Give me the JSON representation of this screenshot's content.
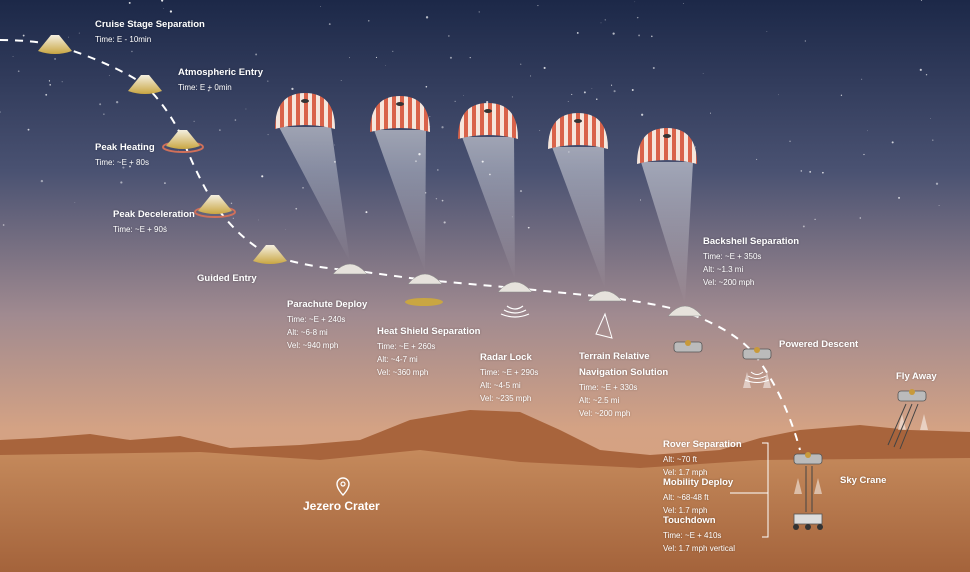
{
  "stages": [
    {
      "title": "Cruise Stage Separation",
      "lines": [
        "Time: E - 10min"
      ]
    },
    {
      "title": "Atmospheric Entry",
      "lines": [
        "Time: E + 0min"
      ]
    },
    {
      "title": "Peak Heating",
      "lines": [
        "Time: ~E + 80s"
      ]
    },
    {
      "title": "Peak Deceleration",
      "lines": [
        "Time: ~E + 90s"
      ]
    },
    {
      "title": "Guided Entry",
      "lines": []
    },
    {
      "title": "Parachute Deploy",
      "lines": [
        "Time: ~E + 240s",
        "Alt: ~6-8 mi",
        "Vel: ~940 mph"
      ]
    },
    {
      "title": "Heat Shield Separation",
      "lines": [
        "Time: ~E + 260s",
        "Alt: ~4-7 mi",
        "Vel: ~360 mph"
      ]
    },
    {
      "title": "Radar Lock",
      "lines": [
        "Time: ~E + 290s",
        "Alt: ~4-5 mi",
        "Vel: ~235 mph"
      ]
    },
    {
      "title": "Terrain Relative Navigation Solution",
      "lines": [
        "Time: ~E + 330s",
        "Alt: ~2.5 mi",
        "Vel: ~200 mph"
      ]
    },
    {
      "title": "Backshell Separation",
      "lines": [
        "Time: ~E + 350s",
        "Alt: ~1.3 mi",
        "Vel: ~200 mph"
      ]
    },
    {
      "title": "Powered Descent",
      "lines": []
    },
    {
      "title": "Fly Away",
      "lines": []
    },
    {
      "title": "Rover Separation",
      "lines": [
        "Alt: ~70 ft",
        "Vel: 1.7 mph"
      ]
    },
    {
      "title": "Mobility Deploy",
      "lines": [
        "Alt: ~68-48 ft",
        "Vel: 1.7 mph"
      ]
    },
    {
      "title": "Touchdown",
      "lines": [
        "Time: ~E + 410s",
        "Vel: 1.7 mph vertical"
      ]
    },
    {
      "title": "Sky Crane",
      "lines": []
    }
  ],
  "location": {
    "label": "Jezero Crater",
    "icon": "map-pin-icon"
  },
  "colors": {
    "sky_top": "#1e2a4a",
    "sky_mid": "#8a7f93",
    "horizon": "#d9a07a",
    "ground": "#b8764a",
    "chute_stripe": "#d9634a"
  }
}
